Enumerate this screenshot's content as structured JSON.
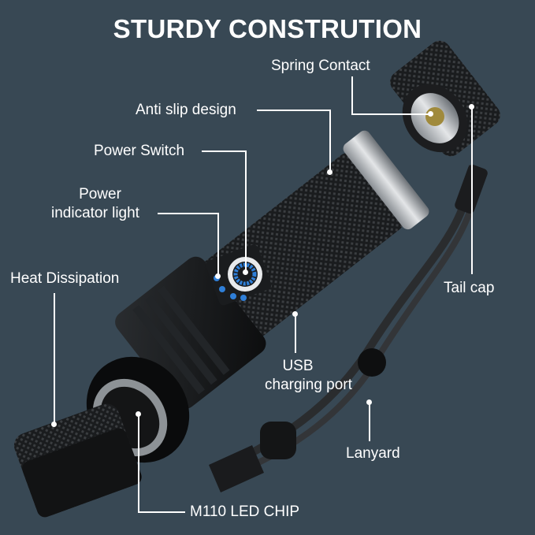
{
  "title": "STURDY CONSTRUTION",
  "colors": {
    "background": "#384854",
    "text": "#ffffff",
    "body": "#141618",
    "accent_blue": "#2f7fd8",
    "silver": "#b8bcc0",
    "gold": "#a08a3c"
  },
  "callouts": {
    "spring_contact": "Spring Contact",
    "anti_slip": "Anti slip design",
    "power_switch": "Power Switch",
    "power_indicator_1": "Power",
    "power_indicator_2": "indicator light",
    "heat_dissipation": "Heat Dissipation",
    "tail_cap": "Tail cap",
    "usb_1": "USB",
    "usb_2": "charging port",
    "lanyard": "Lanyard",
    "led_chip": "M110 LED CHIP"
  }
}
